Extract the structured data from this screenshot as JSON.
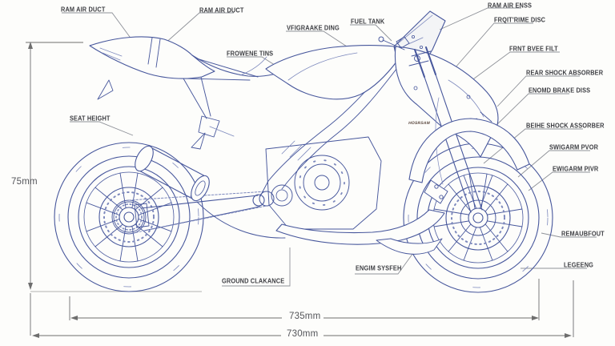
{
  "meta": {
    "type": "technical blueprint line diagram",
    "subject": "sport motorcycle side view with part callouts and dimensions"
  },
  "colors": {
    "background": "#fdfdfb",
    "drawing_line": "#47579c",
    "drawing_line_light": "#7d89bd",
    "label_text": "#3c3d42",
    "leader_line": "#8f9299",
    "dimension_line": "#6e6e6e",
    "dimension_text": "#54555a"
  },
  "callouts": {
    "ram_air_duct_left": "RAM AIR DUCT",
    "ram_air_duct_mid": "RAM AIR DUCT",
    "vfigraake_ding": "VFIGRAAKE DING",
    "fuel_tank": "FUEL TANK",
    "ram_air_enss": "RAM AIR ENSS",
    "frqit_rime_disc": "FRQIT'RIME DISC",
    "frowene_tins": "FROWENE TINS",
    "frnt_bvee_filt": "FRNT BVEE FILT",
    "rear_shock_absorber": "REAR SHOCK ABSORBER",
    "enomd_brake_diss": "ENOMD BRAKE DISS",
    "beihe_shock_assorber": "BEIHE SHOCK ASSORBER",
    "swigarm_pvor": "SWIGARM PVOR",
    "ewigarm_pivr": "EWIGARM PIVR",
    "remaubfout": "REMAUBFOUT",
    "legeeng": "LEGEENG",
    "seat_height": "SEAT HEIGHT",
    "ground_clakance": "GROUND CLAKANCE",
    "engim_sysfeh": "ENGIM SYSFEH",
    "fairing_mark": "HOSRSAM"
  },
  "dimensions": {
    "seat_height": "75mm",
    "overall_upper": "735mm",
    "overall_lower": "730mm"
  }
}
